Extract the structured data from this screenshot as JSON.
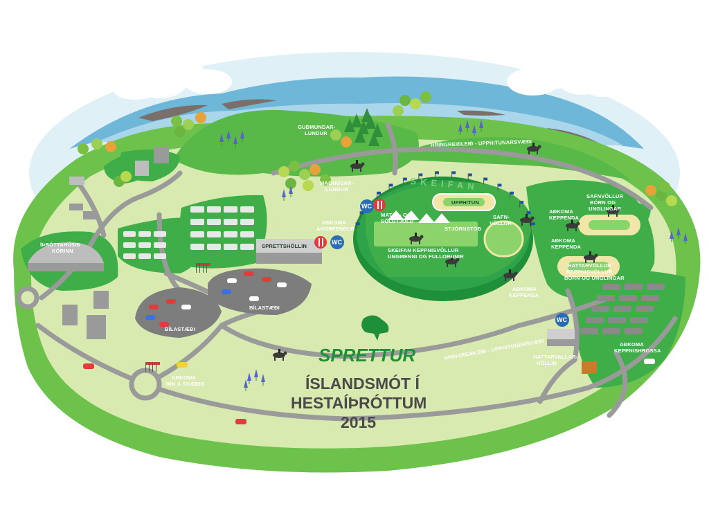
{
  "map": {
    "title_lines": [
      "ÍSLANDSMÓT Í",
      "HESTAÍÞRÓTTUM",
      "2015"
    ],
    "brand": "SPRETTUR",
    "arena_name": "SKEIFAN",
    "wc_label": "WC",
    "labels": {
      "gudmundarlundur": [
        "GUÐMUNDAR-",
        "LUNDUR"
      ],
      "hringreidleid_top": "HRINGREIÐLEIÐ - UPPHITUNARSVÆÐI",
      "hringreidleid_bottom": "HRINGREIÐLEIÐ - UPPHITUNARSVÆÐI",
      "magnusarlundur": [
        "MAGNÚSAR-",
        "LUNDUR"
      ],
      "upphitun": "UPPHITUN",
      "adkoma_ahorfendur": [
        "AÐKOMA",
        "ÁHORFENDUR"
      ],
      "matar_solutjold": [
        "MATAR- OG",
        "SÖLUTJÖLD"
      ],
      "stjornstod": "STJÓRNSTÖÐ",
      "safnvollur": [
        "SAFN-",
        "VÖLLUR"
      ],
      "adkoma_keppenda_1": [
        "AÐKOMA",
        "KEPPENDA"
      ],
      "safnvollur_born": [
        "SAFNVÖLLUR",
        "BÖRN OG",
        "UNGLINGAR"
      ],
      "ithrottahusid": [
        "ÍÞRÓTTAHÚSIÐ",
        "KÓRINN"
      ],
      "sprettshollin": "SPRETTSHÖLLIN",
      "skeifan_keppnisvollur": [
        "SKEIFAN KEPPNISVÖLLUR",
        "UNGMENNI OG FULLORÐNIR"
      ],
      "adkoma_keppenda_2": [
        "AÐKOMA",
        "KEPPENDA"
      ],
      "hattarvollur": [
        "HATTARVÖLLUR",
        "KEPPNISVÖLLUR",
        "BÖRN OG UNGLINGAR"
      ],
      "adkoma_keppenda_3": [
        "AÐKOMA",
        "KEPPENDA"
      ],
      "bilastaedi_1": "BÍLASTÆÐI",
      "bilastaedi_2": "BÍLASTÆÐI",
      "hattarvallarhollin": [
        "HATTARVALLAR-",
        "HÖLLIN"
      ],
      "adkoma_keppnishrossa": [
        "AÐKOMA",
        "KEPPNISHROSSA"
      ],
      "adkoma_inn_a_svaedid": [
        "AÐKOMA",
        "INN Á SVÆÐIÐ"
      ]
    },
    "colors": {
      "outer_green": "#6cc24a",
      "inner_light": "#d9eab0",
      "park_green": "#3fae49",
      "road_gray": "#9a9a9a",
      "sky_blue": "#cfe6f0",
      "mountain_blue": "#6fb7d8",
      "wc_blue": "#2a6db5",
      "brand_green": "#1f8f3a",
      "title_gray": "#4a4a4a"
    },
    "icons": [
      "tree-icon",
      "horse-rider-icon",
      "wc-icon",
      "restaurant-icon",
      "car-icon",
      "flag-icon",
      "tent-icon",
      "building-icon",
      "lupine-flower-icon",
      "cloud-icon"
    ]
  }
}
